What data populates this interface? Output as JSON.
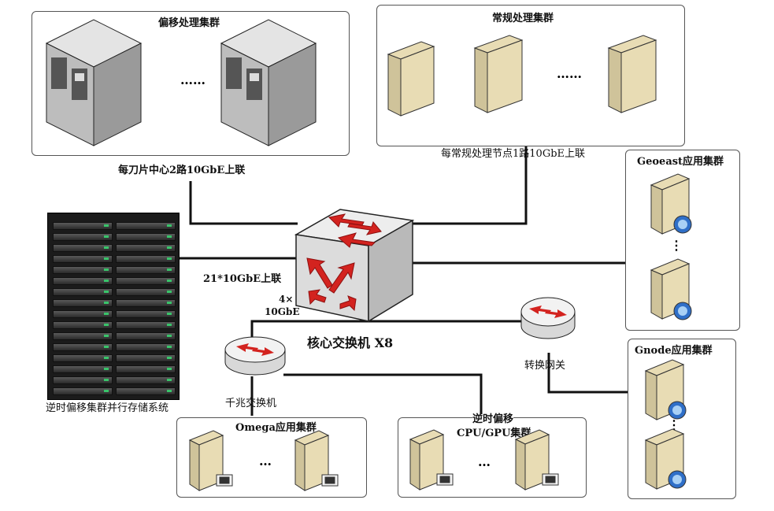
{
  "clusters": {
    "offset": {
      "title": "偏移处理集群",
      "ellipsis": "……"
    },
    "regular": {
      "title": "常规处理集群",
      "ellipsis": "……"
    },
    "geoeast": {
      "title": "Geoeast应用集群",
      "dots": "⋮"
    },
    "gnode": {
      "title": "Gnode应用集群",
      "dots": "⋮"
    },
    "omega": {
      "title": "Omega应用集群",
      "ellipsis": "…"
    },
    "rtm": {
      "title_line1": "逆时偏移",
      "title_line2": "CPU/GPU集群",
      "ellipsis": "…"
    }
  },
  "links": {
    "blade_uplink": "每刀片中心2路10GbE上联",
    "regular_uplink": "每常规处理节点1路10GbE上联",
    "storage_uplink": "21*10GbE上联",
    "gig_uplink_line1": "4×",
    "gig_uplink_line2": "10GbE"
  },
  "devices": {
    "core_switch": "核心交换机 X8",
    "gig_switch": "千兆交换机",
    "gateway": "转换网关",
    "storage": "逆时偏移集群并行存储系统"
  },
  "colors": {
    "arrow": "#d3231f",
    "server_beige": "#e8dcb4",
    "server_gray": "#d4d4d4",
    "line": "#111111"
  }
}
